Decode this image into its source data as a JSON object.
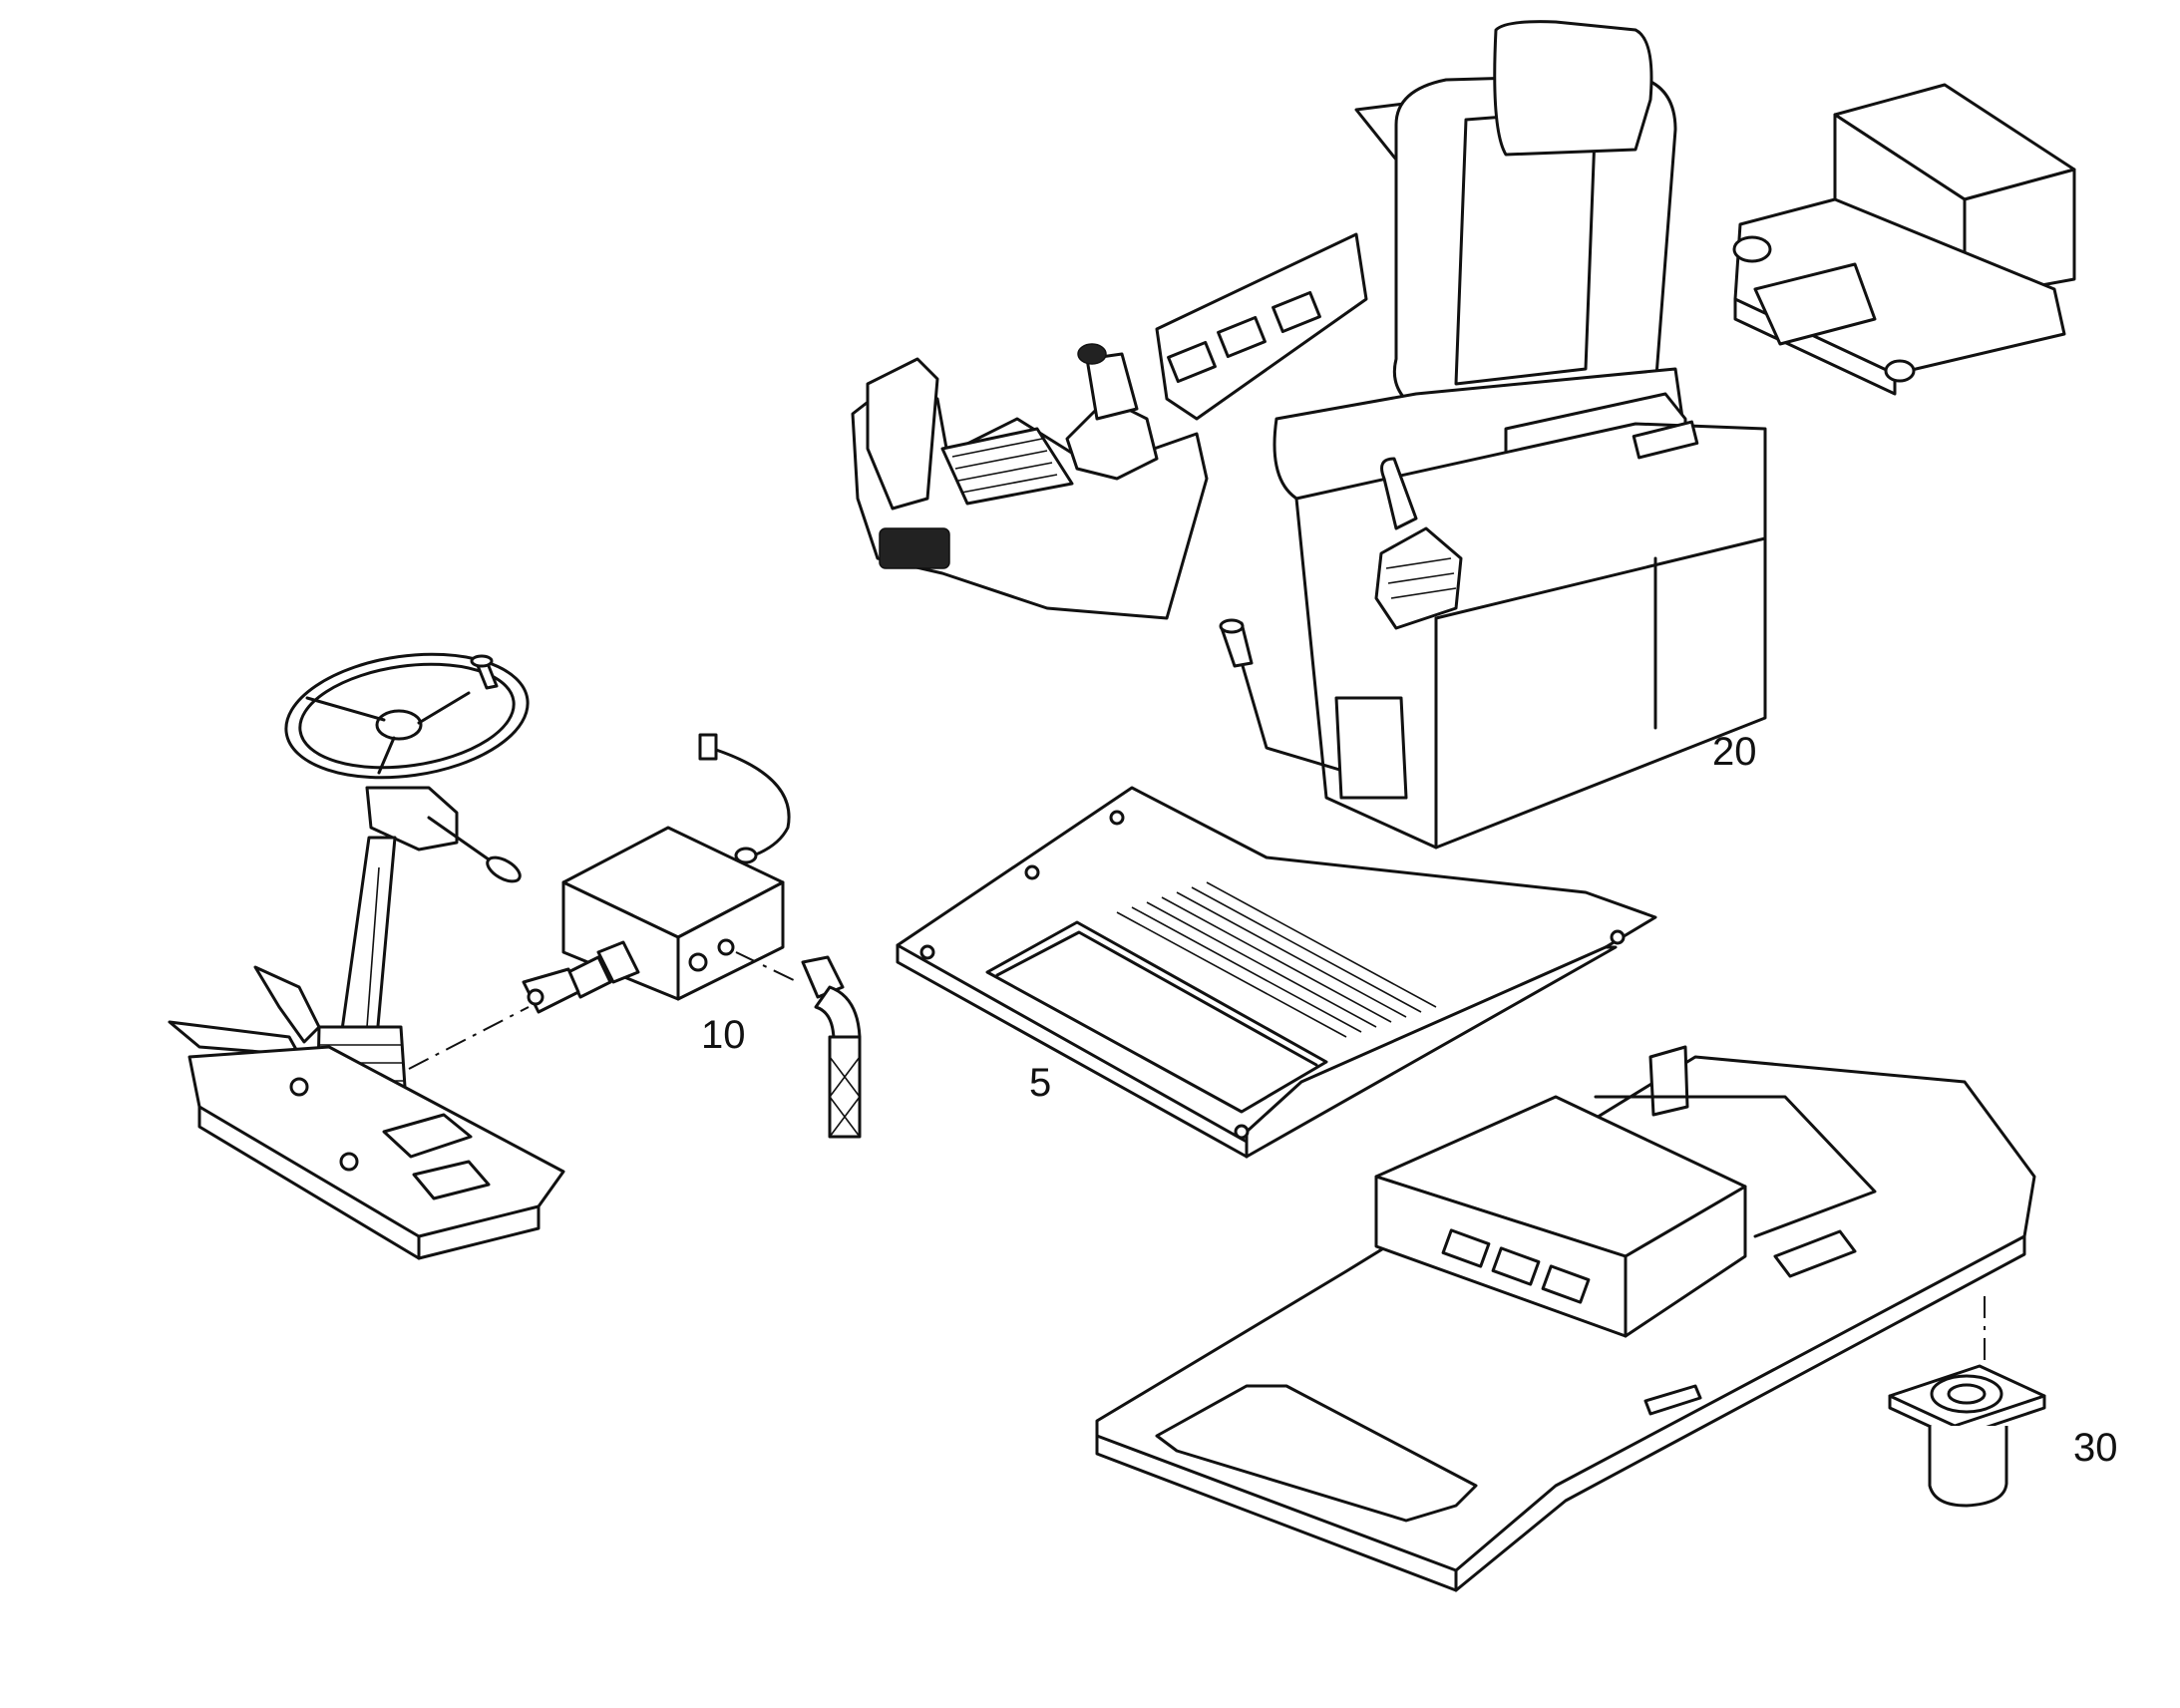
{
  "callouts": {
    "part_5": "5",
    "part_10": "10",
    "part_20": "20",
    "part_30": "30"
  },
  "colors": {
    "line": "#111111",
    "background": "#ffffff"
  }
}
